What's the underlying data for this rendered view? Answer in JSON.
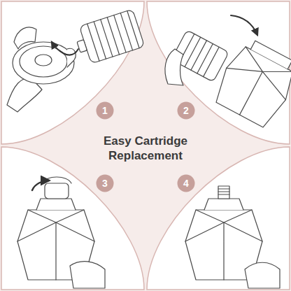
{
  "diagram": {
    "title": "Easy Cartridge Replacement",
    "nodes": [
      {
        "text": [
          "1"
        ]
      },
      {
        "text": [
          "2"
        ]
      },
      {
        "text": [
          "3"
        ]
      },
      {
        "text": [
          "4"
        ]
      }
    ]
  }
}
